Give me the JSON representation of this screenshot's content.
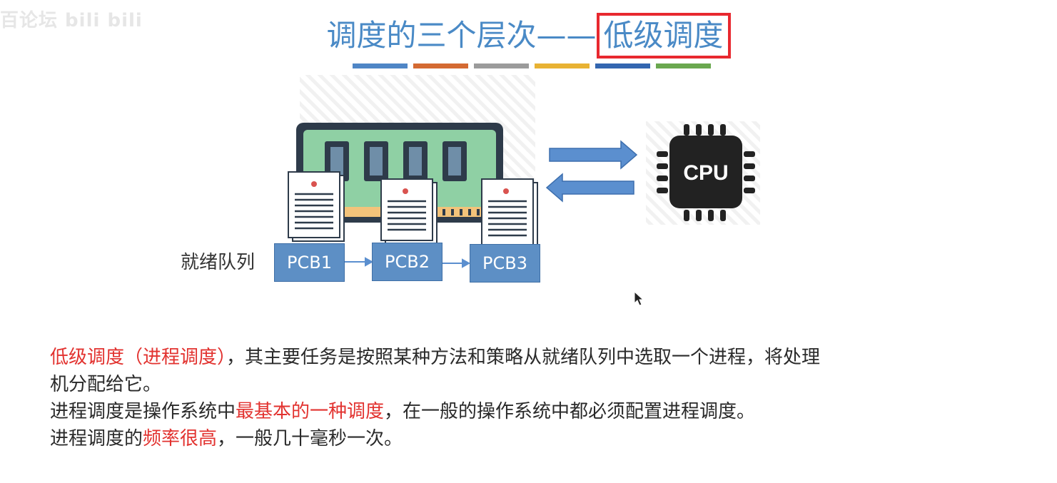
{
  "watermark": "百论坛 bili bili",
  "title": {
    "prefix": "调度的三个层次——",
    "highlight": "低级调度"
  },
  "color_bars": [
    "#4f86c6",
    "#d46a32",
    "#9b9b9b",
    "#e8b233",
    "#3366b0",
    "#6aa84f"
  ],
  "diagram": {
    "cpu_label": "CPU",
    "queue_label": "就绪队列",
    "pcbs": [
      "PCB1",
      "PCB2",
      "PCB3"
    ]
  },
  "text": {
    "line1_red": "低级调度（进程调度）",
    "line1_rest": "，其主要任务是按照某种方法和策略从就绪队列中选取一个进程，将处理",
    "line2": "机分配给它。",
    "line3_a": "进程调度是操作系统中",
    "line3_red": "最基本的一种调度",
    "line3_b": "，在一般的操作系统中都必须配置进程调度。",
    "line4_a": "进程调度的",
    "line4_red": "频率很高",
    "line4_b": "，一般几十毫秒一次。"
  }
}
